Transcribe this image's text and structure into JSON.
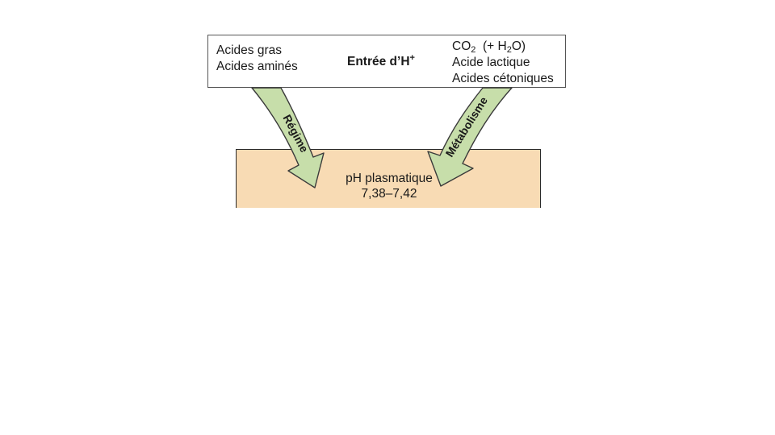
{
  "entree": {
    "title": "Entrée d’H",
    "title_sup": "+",
    "left_items": [
      "Acides gras",
      "Acides aminés"
    ],
    "co2_line": {
      "co": "CO",
      "sub1": "2",
      "mid": "  (+ H",
      "sub2": "2",
      "end": "O)"
    },
    "right_items": [
      "Acide lactique",
      "Acides cétoniques"
    ]
  },
  "arrows": {
    "left_label": "Régime",
    "right_label": "Métabolisme",
    "fill_color": "#c7deaa",
    "stroke_color": "#3a3a3a"
  },
  "plasma": {
    "label": "pH plasmatique",
    "range": "7,38–7,42",
    "fill_color": "#f8dbb4"
  }
}
